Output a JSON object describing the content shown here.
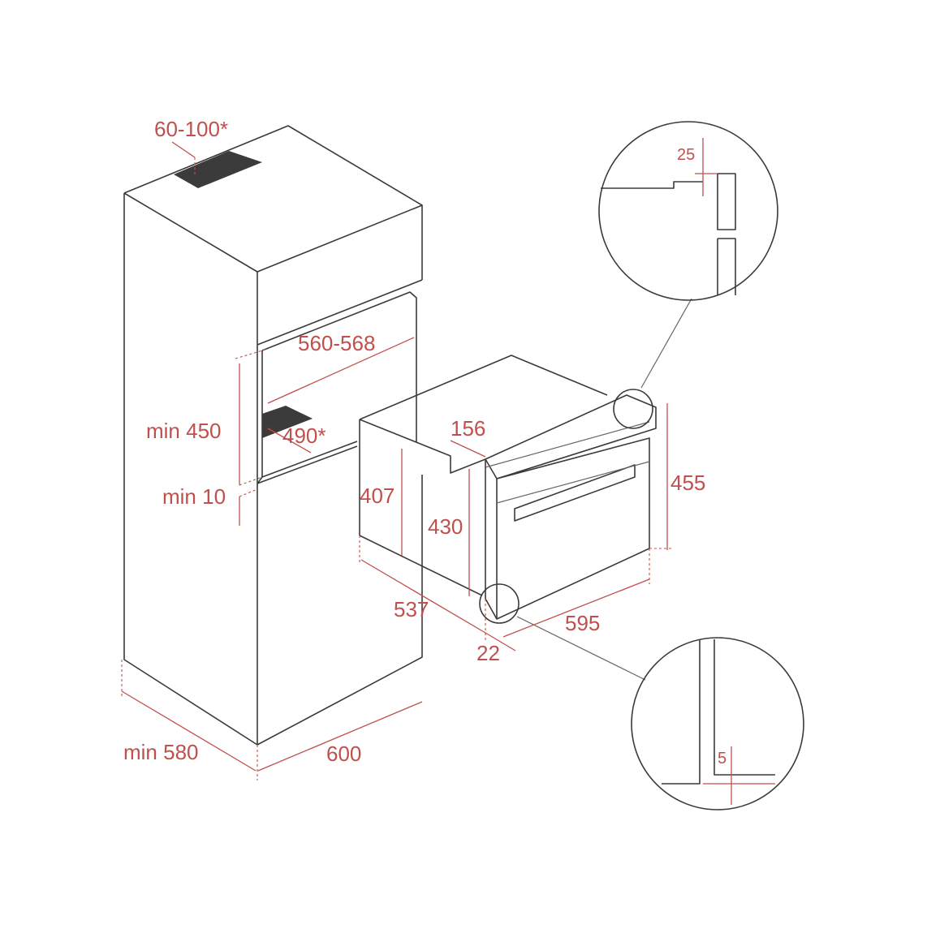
{
  "colors": {
    "line": "#3a3a3a",
    "dimension": "#c0504d",
    "vent": "#3b3b3b"
  },
  "dimensions": {
    "top_vent": "60-100*",
    "niche_width": "560-568",
    "niche_height_min": "min 450",
    "bottom_vent": "490*",
    "gap_below_min": "min 10",
    "cabinet_depth_min": "min 580",
    "cabinet_width": "600",
    "oven_depth": "537",
    "oven_body_height": "407",
    "oven_front_offset": "156",
    "oven_front_height": "430",
    "oven_total_height": "455",
    "oven_width": "595",
    "front_panel_thickness": "22",
    "detail_top_gap": "25",
    "detail_bottom_gap": "5"
  }
}
